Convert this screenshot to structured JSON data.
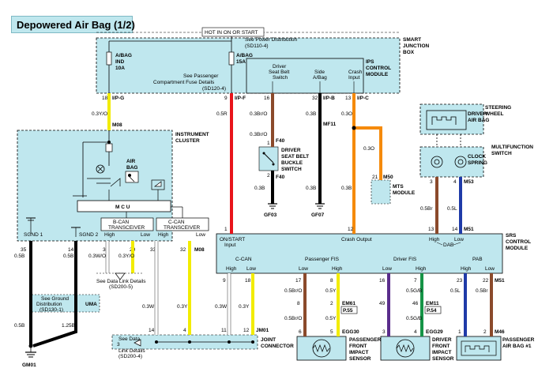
{
  "title": "Depowered Air Bag (1/2)",
  "top_header": "HOT IN ON OR START",
  "smart_junction_box": {
    "label": [
      "SMART",
      "JUNCTION",
      "BOX"
    ],
    "see_power_dist": [
      "See Power Distribution",
      "(SD110-4)"
    ],
    "fuse1": [
      "A/BAG",
      "IND",
      "10A"
    ],
    "fuse2": [
      "A/BAG",
      "15A"
    ],
    "see_passenger_fuse": [
      "See Passenger",
      "Compartment Fuse Details",
      "(SD120-4)"
    ]
  },
  "ips": {
    "label": [
      "IPS",
      "CONTROL",
      "MODULE"
    ],
    "driver_switch": [
      "Driver",
      "Seat Belt",
      "Switch"
    ],
    "side_abag": [
      "Side",
      "A/Bag"
    ],
    "crash_input": [
      "Crash",
      "Input"
    ]
  },
  "pins": {
    "p18": "18",
    "ip_g": "I/P-G",
    "p9": "9",
    "ip_f": "I/P-F",
    "p16": "16",
    "p32": "32",
    "ip_b": "I/P-B",
    "p13": "13",
    "ip_c": "I/P-C",
    "m08a": "M08",
    "mf11": "MF11",
    "f40a": "F40",
    "f40b": "F40",
    "p1a": "1",
    "p2a": "2",
    "p21": "21",
    "m50": "M50",
    "p3a": "3",
    "p4a": "4",
    "m53": "M53",
    "p1b": "1",
    "p12": "12",
    "p13b": "13",
    "p14b": "14",
    "m51": "M51",
    "p35": "35",
    "p14c": "14",
    "p30": "30",
    "p29": "29",
    "p33": "33",
    "p32b": "32",
    "m08b": "M08",
    "p9b": "9",
    "p18b": "18",
    "p17": "17",
    "p8": "8",
    "p16b": "16",
    "p7": "7",
    "p23": "23",
    "p22": "22",
    "m51b": "M51",
    "p8b": "8",
    "p2b": "2",
    "em61": "EM61",
    "p55": "P.55",
    "p49": "49",
    "p46": "46",
    "em11": "EM11",
    "p54": "P.54",
    "p6": "6",
    "p5": "5",
    "egg30": "EGG30",
    "p3b": "3",
    "p4b": "4",
    "egg29": "EGG29",
    "p1c": "1",
    "p2c": "2",
    "m46": "M46",
    "p14d": "14",
    "p4c": "4",
    "p11": "11",
    "p12b": "12",
    "jm01": "JM01",
    "p3c": "3",
    "uma": "UMA"
  },
  "wires": {
    "w1": "0.3Y/O",
    "w2": "0.5R",
    "w3": "0.3Br/O",
    "w4": "0.3B",
    "w5": "0.3O",
    "w6": "0.3Br/O",
    "w7": "0.3B",
    "w8": "0.3O",
    "w9": "0.3B",
    "w10": "0.3B",
    "w11": "0.5Br",
    "w12": "0.5L",
    "w13": "0.5B",
    "w14": "0.5B",
    "w15": "0.3W/O",
    "w16": "0.3Y/O",
    "w17": "0.3W",
    "w18": "0.3Y",
    "w19": "0.5Br/O",
    "w20": "0.5Y",
    "w21": "0.5Br/O",
    "w22": "0.5Y",
    "w23": "0.5Br/O",
    "w24": "0.5Y",
    "w25": "0.5G/B",
    "w26": "0.5G/B",
    "w27": "0.5G/B",
    "w28": "0.5Br",
    "w29": "0.5L",
    "w30": "0.5Br",
    "w31": "0.5B",
    "w32": "1.25B",
    "w33": "0.3W",
    "w34": "0.3Y"
  },
  "components": {
    "driver_buckle": [
      "DRIVER",
      "SEAT BELT",
      "BUCKLE",
      "SWITCH"
    ],
    "mts": [
      "MTS",
      "MODULE"
    ],
    "steering": [
      "STEERING",
      "WHEEL"
    ],
    "driver_airbag": [
      "DRIVER",
      "AIR BAG"
    ],
    "multifunction": [
      "MULTIFUNCTION",
      "SWITCH"
    ],
    "clock_spring": [
      "CLOCK",
      "SPRING"
    ],
    "srs": [
      "SRS",
      "CONTROL",
      "MODULE"
    ],
    "instrument_cluster": [
      "INSTRUMENT",
      "CLUSTER"
    ],
    "airbag_lamp": [
      "AIR",
      "BAG"
    ],
    "mcu": "M C U",
    "bcan": [
      "B-CAN",
      "TRANSCEIVER"
    ],
    "ccan": [
      "C-CAN",
      "TRANSCEIVER"
    ],
    "sgnd1": "SGND 1",
    "sgnd2": "SGND 2",
    "gf03": "GF03",
    "gf07": "GF07",
    "gm01": "GM01",
    "pass_front": [
      "PASSENGER",
      "FRONT",
      "IMPACT",
      "SENSOR"
    ],
    "driver_front": [
      "DRIVER",
      "FRONT",
      "IMPACT",
      "SENSOR"
    ],
    "pass_airbag": [
      "PASSENGER",
      "AIR BAG #1"
    ],
    "joint": [
      "JOINT",
      "CONNECTOR"
    ]
  },
  "srs_labels": {
    "on_start": [
      "ON/START",
      "Input"
    ],
    "crash_output": "Crash Output",
    "dab": "DAB",
    "c_can": "C-CAN",
    "pass_fis": "Passenger FIS",
    "driver_fis": "Driver FIS",
    "pab": "PAB",
    "high": "High",
    "low": "Low"
  },
  "refs": {
    "data_link1": [
      "See Data Link Details",
      "(SD200-5)"
    ],
    "ground_dist": [
      "See Ground",
      "Distribution",
      "(SD130-1)"
    ],
    "data_link2": [
      "See Data",
      "Link Details",
      "(SD200-4)"
    ]
  },
  "colors": {
    "red": "#e8141a",
    "yellow": "#f2ec00",
    "orange": "#f58a0b",
    "brown": "#8b4a2b",
    "blue": "#1f3ba8",
    "purple": "#5a2d8c",
    "green": "#159447",
    "panel": "#bfe7ee",
    "black": "#000000"
  }
}
